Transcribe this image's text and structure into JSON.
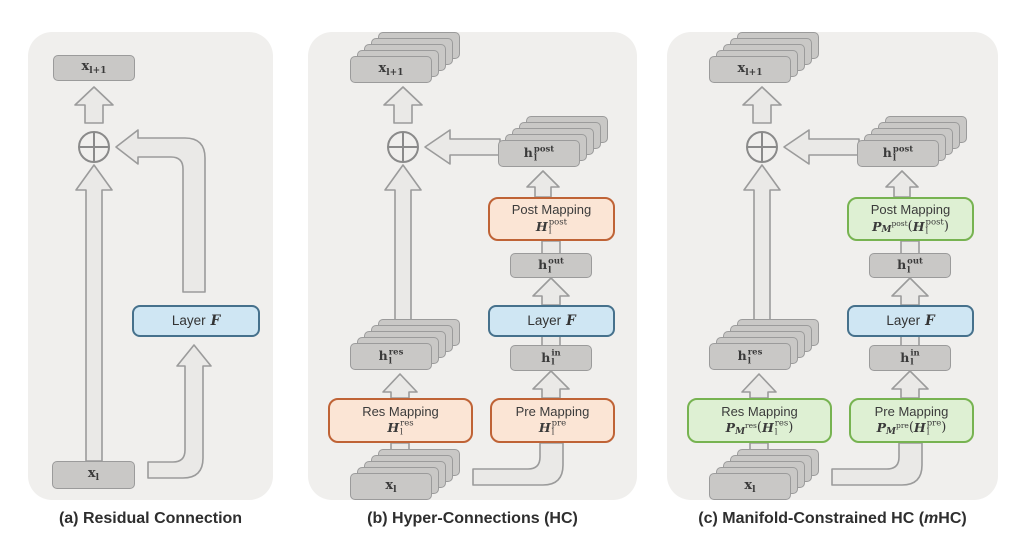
{
  "icons": {
    "sum_node": "circle-plus-icon",
    "flow": "block-arrow-icons"
  },
  "colors": {
    "panel_bg": "#f0efed",
    "gray_fill": "#c9c8c6",
    "gray_border": "#9b9b9b",
    "arrow_fill": "#eae9e7",
    "arrow_border": "#9b9b9b",
    "blue_fill": "#cfe6f3",
    "blue_border": "#46718c",
    "orange_fill": "#fbe5d5",
    "orange_border": "#bf6336",
    "green_fill": "#def0d3",
    "green_border": "#77b351",
    "caption_text": "#2e2e2e"
  },
  "panel_a": {
    "caption": "(a) Residual Connection",
    "x_next": {
      "base": "x",
      "sub": "l+1"
    },
    "x_cur": {
      "base": "x",
      "sub": "l"
    },
    "layer": {
      "label": "Layer",
      "f": "F"
    }
  },
  "panel_b": {
    "caption": "(b) Hyper-Connections (HC)",
    "x_next": {
      "base": "x",
      "sub": "l+1"
    },
    "x_cur": {
      "base": "x",
      "sub": "l"
    },
    "h_post": {
      "base": "h",
      "sub": "l",
      "sup": "post"
    },
    "h_out": {
      "base": "h",
      "sub": "l",
      "sup": "out"
    },
    "h_in": {
      "base": "h",
      "sub": "l",
      "sup": "in"
    },
    "h_res": {
      "base": "h",
      "sub": "l",
      "sup": "res"
    },
    "layer": {
      "label": "Layer",
      "f": "F"
    },
    "post_mapping": {
      "title": "Post Mapping",
      "h": "H",
      "sub": "l",
      "sup": "post"
    },
    "pre_mapping": {
      "title": "Pre Mapping",
      "h": "H",
      "sub": "l",
      "sup": "pre"
    },
    "res_mapping": {
      "title": "Res Mapping",
      "h": "H",
      "sub": "l",
      "sup": "res"
    }
  },
  "panel_c": {
    "caption_pre": "(c) Manifold-Constrained HC (",
    "caption_m": "m",
    "caption_post": "HC)",
    "x_next": {
      "base": "x",
      "sub": "l+1"
    },
    "x_cur": {
      "base": "x",
      "sub": "l"
    },
    "h_post": {
      "base": "h",
      "sub": "l",
      "sup": "post"
    },
    "h_out": {
      "base": "h",
      "sub": "l",
      "sup": "out"
    },
    "h_in": {
      "base": "h",
      "sub": "l",
      "sup": "in"
    },
    "h_res": {
      "base": "h",
      "sub": "l",
      "sup": "res"
    },
    "layer": {
      "label": "Layer",
      "f": "F"
    },
    "post_mapping": {
      "title": "Post Mapping",
      "p": "P",
      "m": "M",
      "msup": "post",
      "open": "(",
      "h": "H",
      "hsub": "l",
      "hsup": "post",
      "close": ")"
    },
    "pre_mapping": {
      "title": "Pre Mapping",
      "p": "P",
      "m": "M",
      "msup": "pre",
      "open": "(",
      "h": "H",
      "hsub": "l",
      "hsup": "pre",
      "close": ")"
    },
    "res_mapping": {
      "title": "Res Mapping",
      "p": "P",
      "m": "M",
      "msup": "res",
      "open": "(",
      "h": "H",
      "hsub": "l",
      "hsup": "res",
      "close": ")"
    }
  }
}
